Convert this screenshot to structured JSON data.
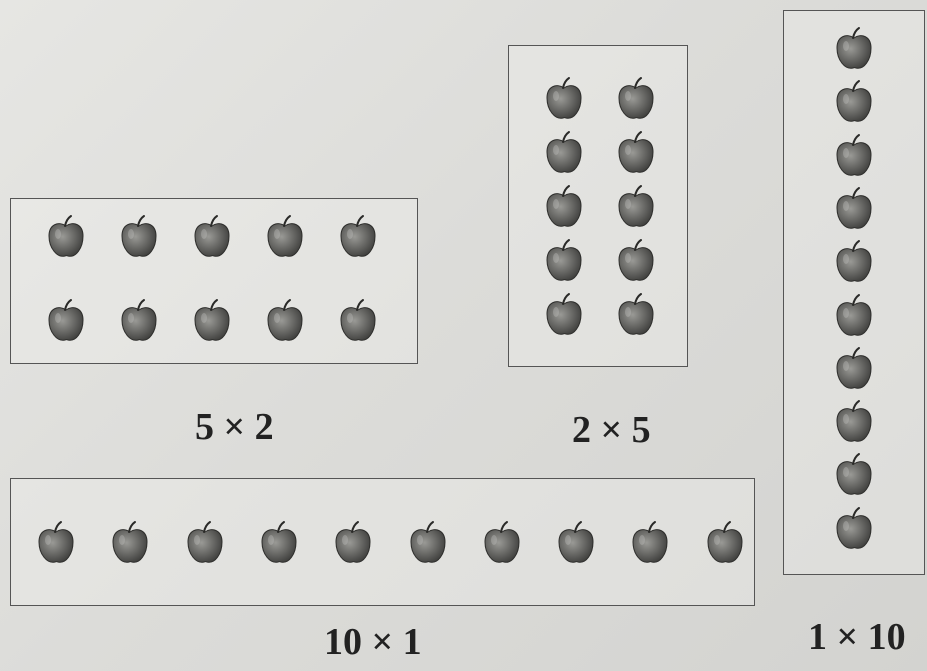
{
  "arrays": [
    {
      "id": "five-by-two",
      "label": "5 × 2",
      "columns": 5,
      "rows": 2,
      "item": "apple-icon"
    },
    {
      "id": "two-by-five",
      "label": "2 × 5",
      "columns": 2,
      "rows": 5,
      "item": "apple-icon"
    },
    {
      "id": "ten-by-one",
      "label": "10 × 1",
      "columns": 10,
      "rows": 1,
      "item": "apple-icon"
    },
    {
      "id": "one-by-ten",
      "label": "1 × 10",
      "columns": 1,
      "rows": 10,
      "item": "apple-icon"
    }
  ],
  "colors": {
    "apple_light": "#9a9a96",
    "apple_dark": "#3f3f3d",
    "border": "#555555"
  }
}
